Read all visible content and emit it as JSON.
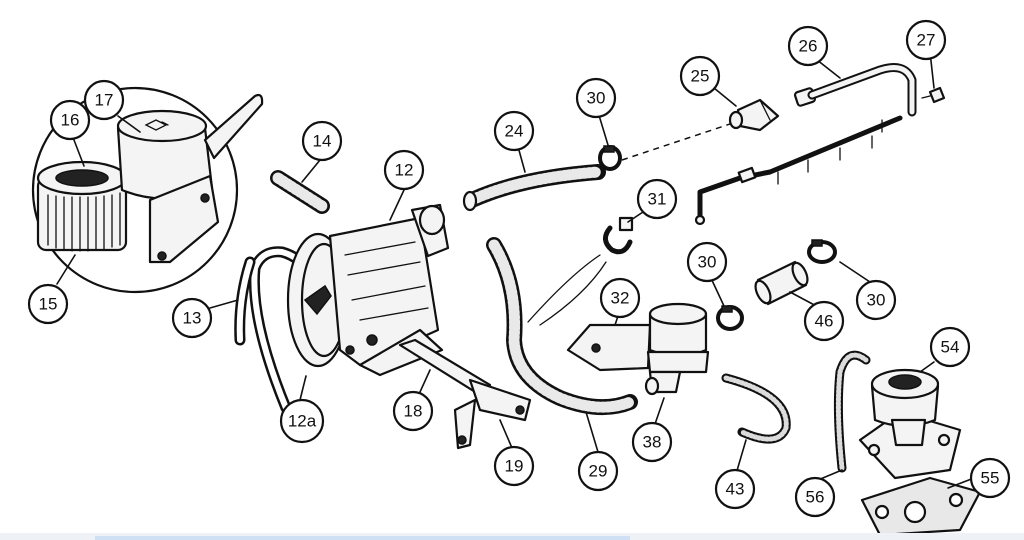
{
  "diagram": {
    "callouts": [
      {
        "id": "c15",
        "label": "15"
      },
      {
        "id": "c16",
        "label": "16"
      },
      {
        "id": "c17",
        "label": "17"
      },
      {
        "id": "c14",
        "label": "14"
      },
      {
        "id": "c12",
        "label": "12"
      },
      {
        "id": "c13",
        "label": "13"
      },
      {
        "id": "c12a",
        "label": "12a"
      },
      {
        "id": "c18",
        "label": "18"
      },
      {
        "id": "c19",
        "label": "19"
      },
      {
        "id": "c24",
        "label": "24"
      },
      {
        "id": "c30a",
        "label": "30"
      },
      {
        "id": "c31",
        "label": "31"
      },
      {
        "id": "c29",
        "label": "29"
      },
      {
        "id": "c32",
        "label": "32"
      },
      {
        "id": "c38",
        "label": "38"
      },
      {
        "id": "c25",
        "label": "25"
      },
      {
        "id": "c26",
        "label": "26"
      },
      {
        "id": "c27",
        "label": "27"
      },
      {
        "id": "c30b",
        "label": "30"
      },
      {
        "id": "c46",
        "label": "46"
      },
      {
        "id": "c30c",
        "label": "30"
      },
      {
        "id": "c43",
        "label": "43"
      },
      {
        "id": "c54",
        "label": "54"
      },
      {
        "id": "c56",
        "label": "56"
      },
      {
        "id": "c55",
        "label": "55"
      }
    ]
  }
}
